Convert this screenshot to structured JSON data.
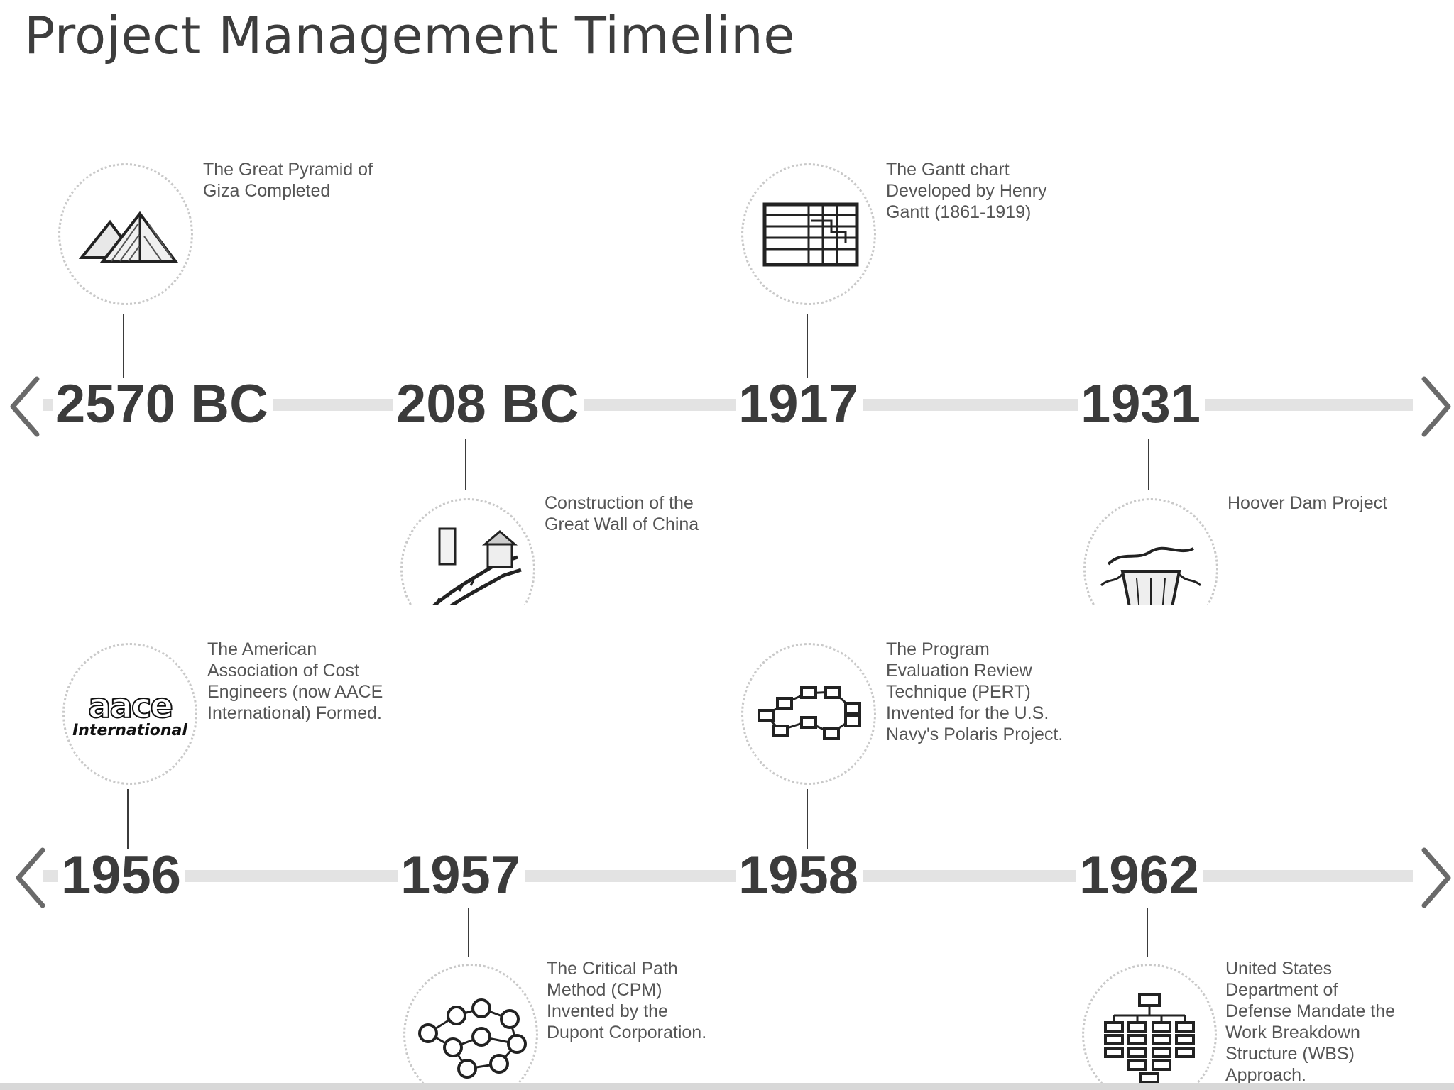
{
  "title": "Project Management Timeline",
  "colors": {
    "bar": "#e3e3e3",
    "text": "#3b3b3b",
    "circle_border": "#c9c9c9"
  },
  "nav": {
    "prev_icon": "chevron-left-icon",
    "next_icon": "chevron-right-icon"
  },
  "rows": [
    {
      "events": [
        {
          "year": "2570 BC",
          "description": "The Great Pyramid of\nGiza Completed",
          "icon": "pyramid-icon"
        },
        {
          "year": "208 BC",
          "description": "Construction of the\nGreat Wall of China",
          "icon": "great-wall-icon"
        },
        {
          "year": "1917",
          "description": "The Gantt chart\nDeveloped by Henry\nGantt (1861-1919)",
          "icon": "gantt-chart-icon"
        },
        {
          "year": "1931",
          "description": "Hoover Dam Project",
          "icon": "dam-icon"
        }
      ]
    },
    {
      "events": [
        {
          "year": "1956",
          "description": "The American\nAssociation of Cost\nEngineers (now AACE\nInternational) Formed.",
          "icon": "aace-logo-icon",
          "logo_text_1": "aace",
          "logo_text_2": "International"
        },
        {
          "year": "1957",
          "description": "The Critical Path\nMethod (CPM)\nInvented by the\nDupont Corporation.",
          "icon": "network-diagram-icon"
        },
        {
          "year": "1958",
          "description": "The Program\nEvaluation Review\nTechnique (PERT)\nInvented for the U.S.\nNavy's Polaris Project.",
          "icon": "pert-chart-icon"
        },
        {
          "year": "1962",
          "description": "United States\nDepartment of\nDefense Mandate the\nWork Breakdown\nStructure (WBS)\nApproach.",
          "icon": "org-chart-icon"
        }
      ]
    }
  ]
}
